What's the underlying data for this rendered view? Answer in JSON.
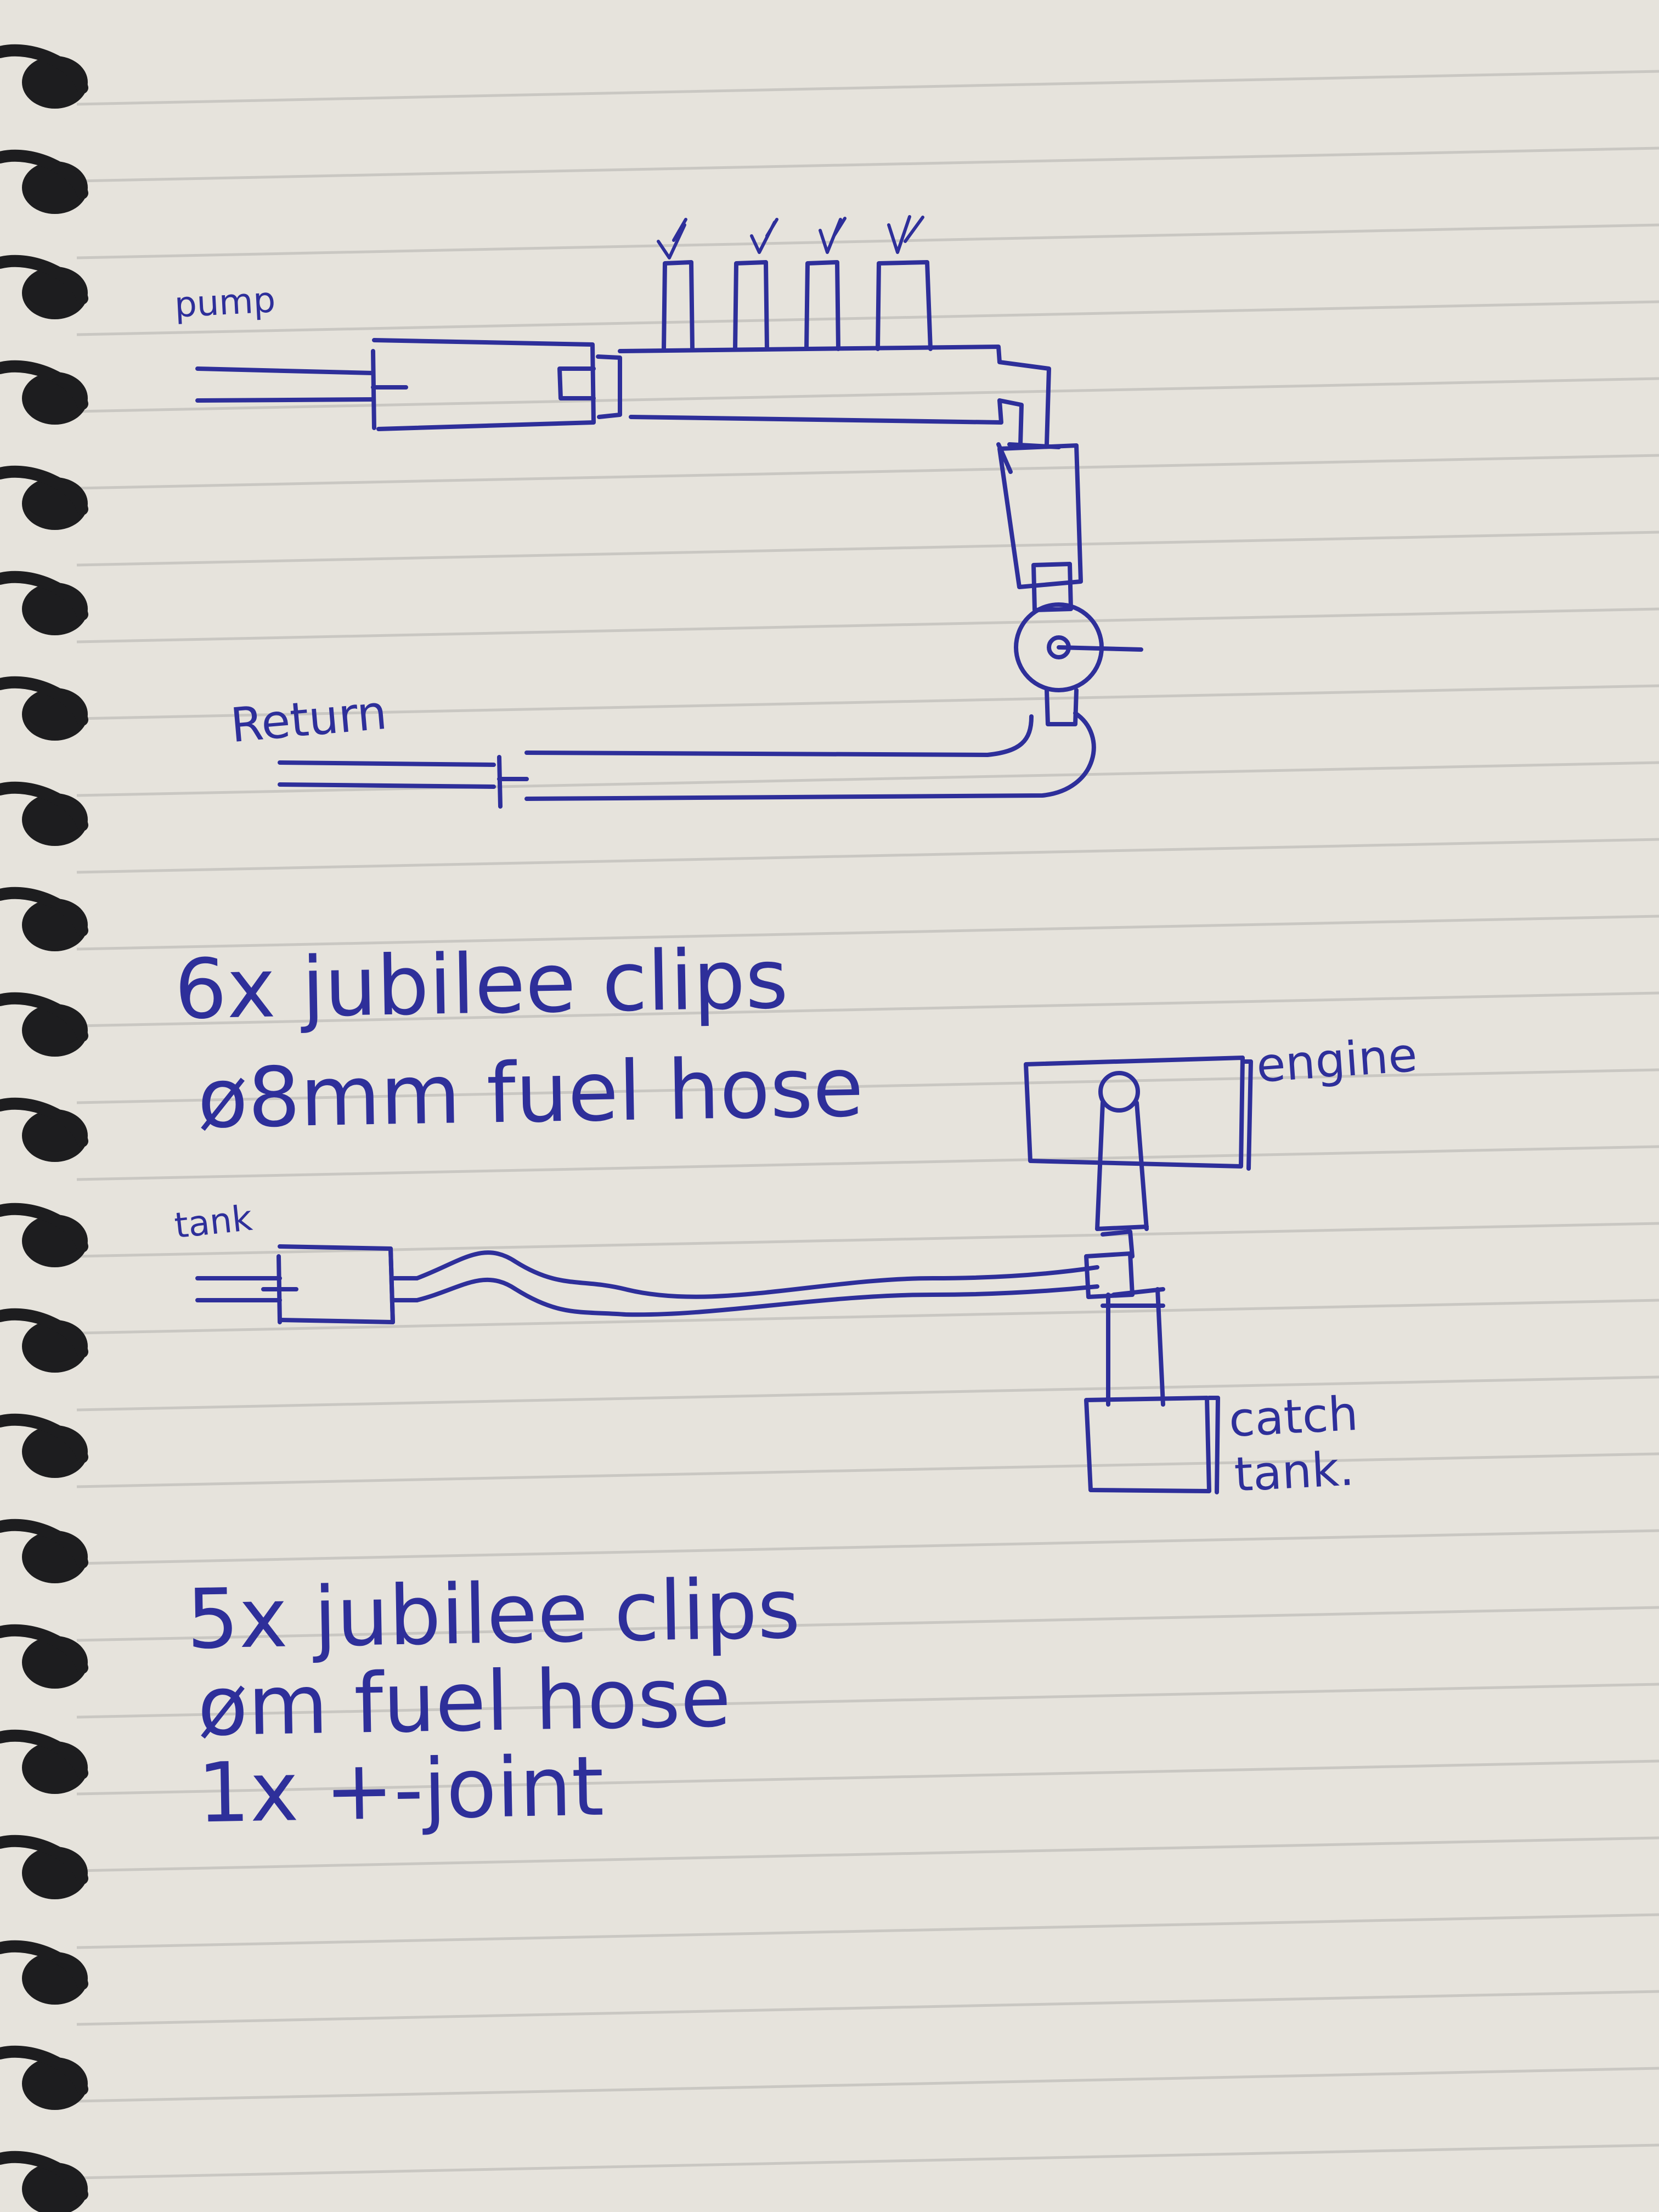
{
  "diagram_1": {
    "label_pump": "pump",
    "label_return": "Return",
    "notes": [
      "6x jubilee clips",
      "ø8mm fuel hose"
    ]
  },
  "diagram_2": {
    "label_tank": "tank",
    "label_engine": "engine",
    "label_catch_tank": [
      "catch",
      "tank."
    ],
    "notes": [
      "5x jubilee clips",
      "øm fuel hose",
      "1x +-joint"
    ]
  },
  "colors": {
    "ink": "#2e2f9a",
    "paper": "#e6e3dc",
    "rule": "#c9c7c2",
    "spiral": "#1d1d1f"
  }
}
